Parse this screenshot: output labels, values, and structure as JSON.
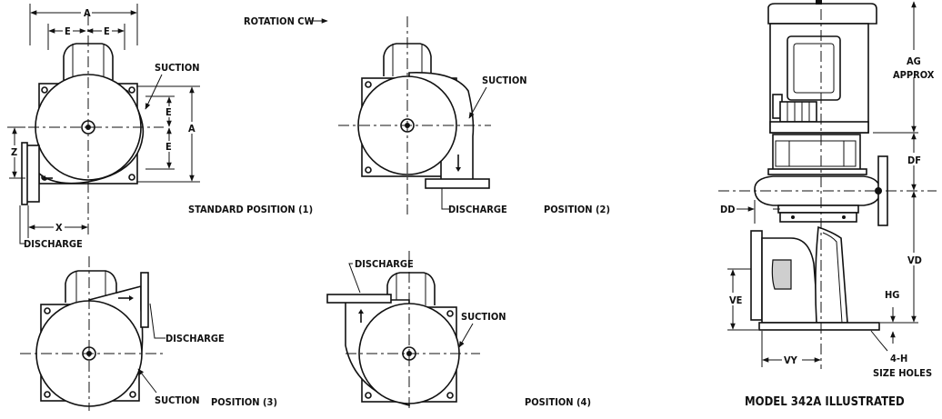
{
  "labels": {
    "rotation": "ROTATION CW",
    "standard_position": "STANDARD POSITION (1)",
    "position2": "POSITION (2)",
    "position3": "POSITION (3)",
    "position4": "POSITION (4)",
    "model_caption": "MODEL 342A ILLUSTRATED",
    "suction": "SUCTION",
    "discharge": "DISCHARGE",
    "dim_a": "A",
    "dim_e": "E",
    "dim_z": "Z",
    "dim_x": "X",
    "dim_ag": "AG",
    "approx": "APPROX",
    "dim_df": "DF",
    "dim_dd": "DD",
    "dim_vd": "VD",
    "dim_ve": "VE",
    "dim_hg": "HG",
    "dim_vy": "VY",
    "holes_line1": "4-H",
    "holes_line2": "SIZE HOLES"
  }
}
